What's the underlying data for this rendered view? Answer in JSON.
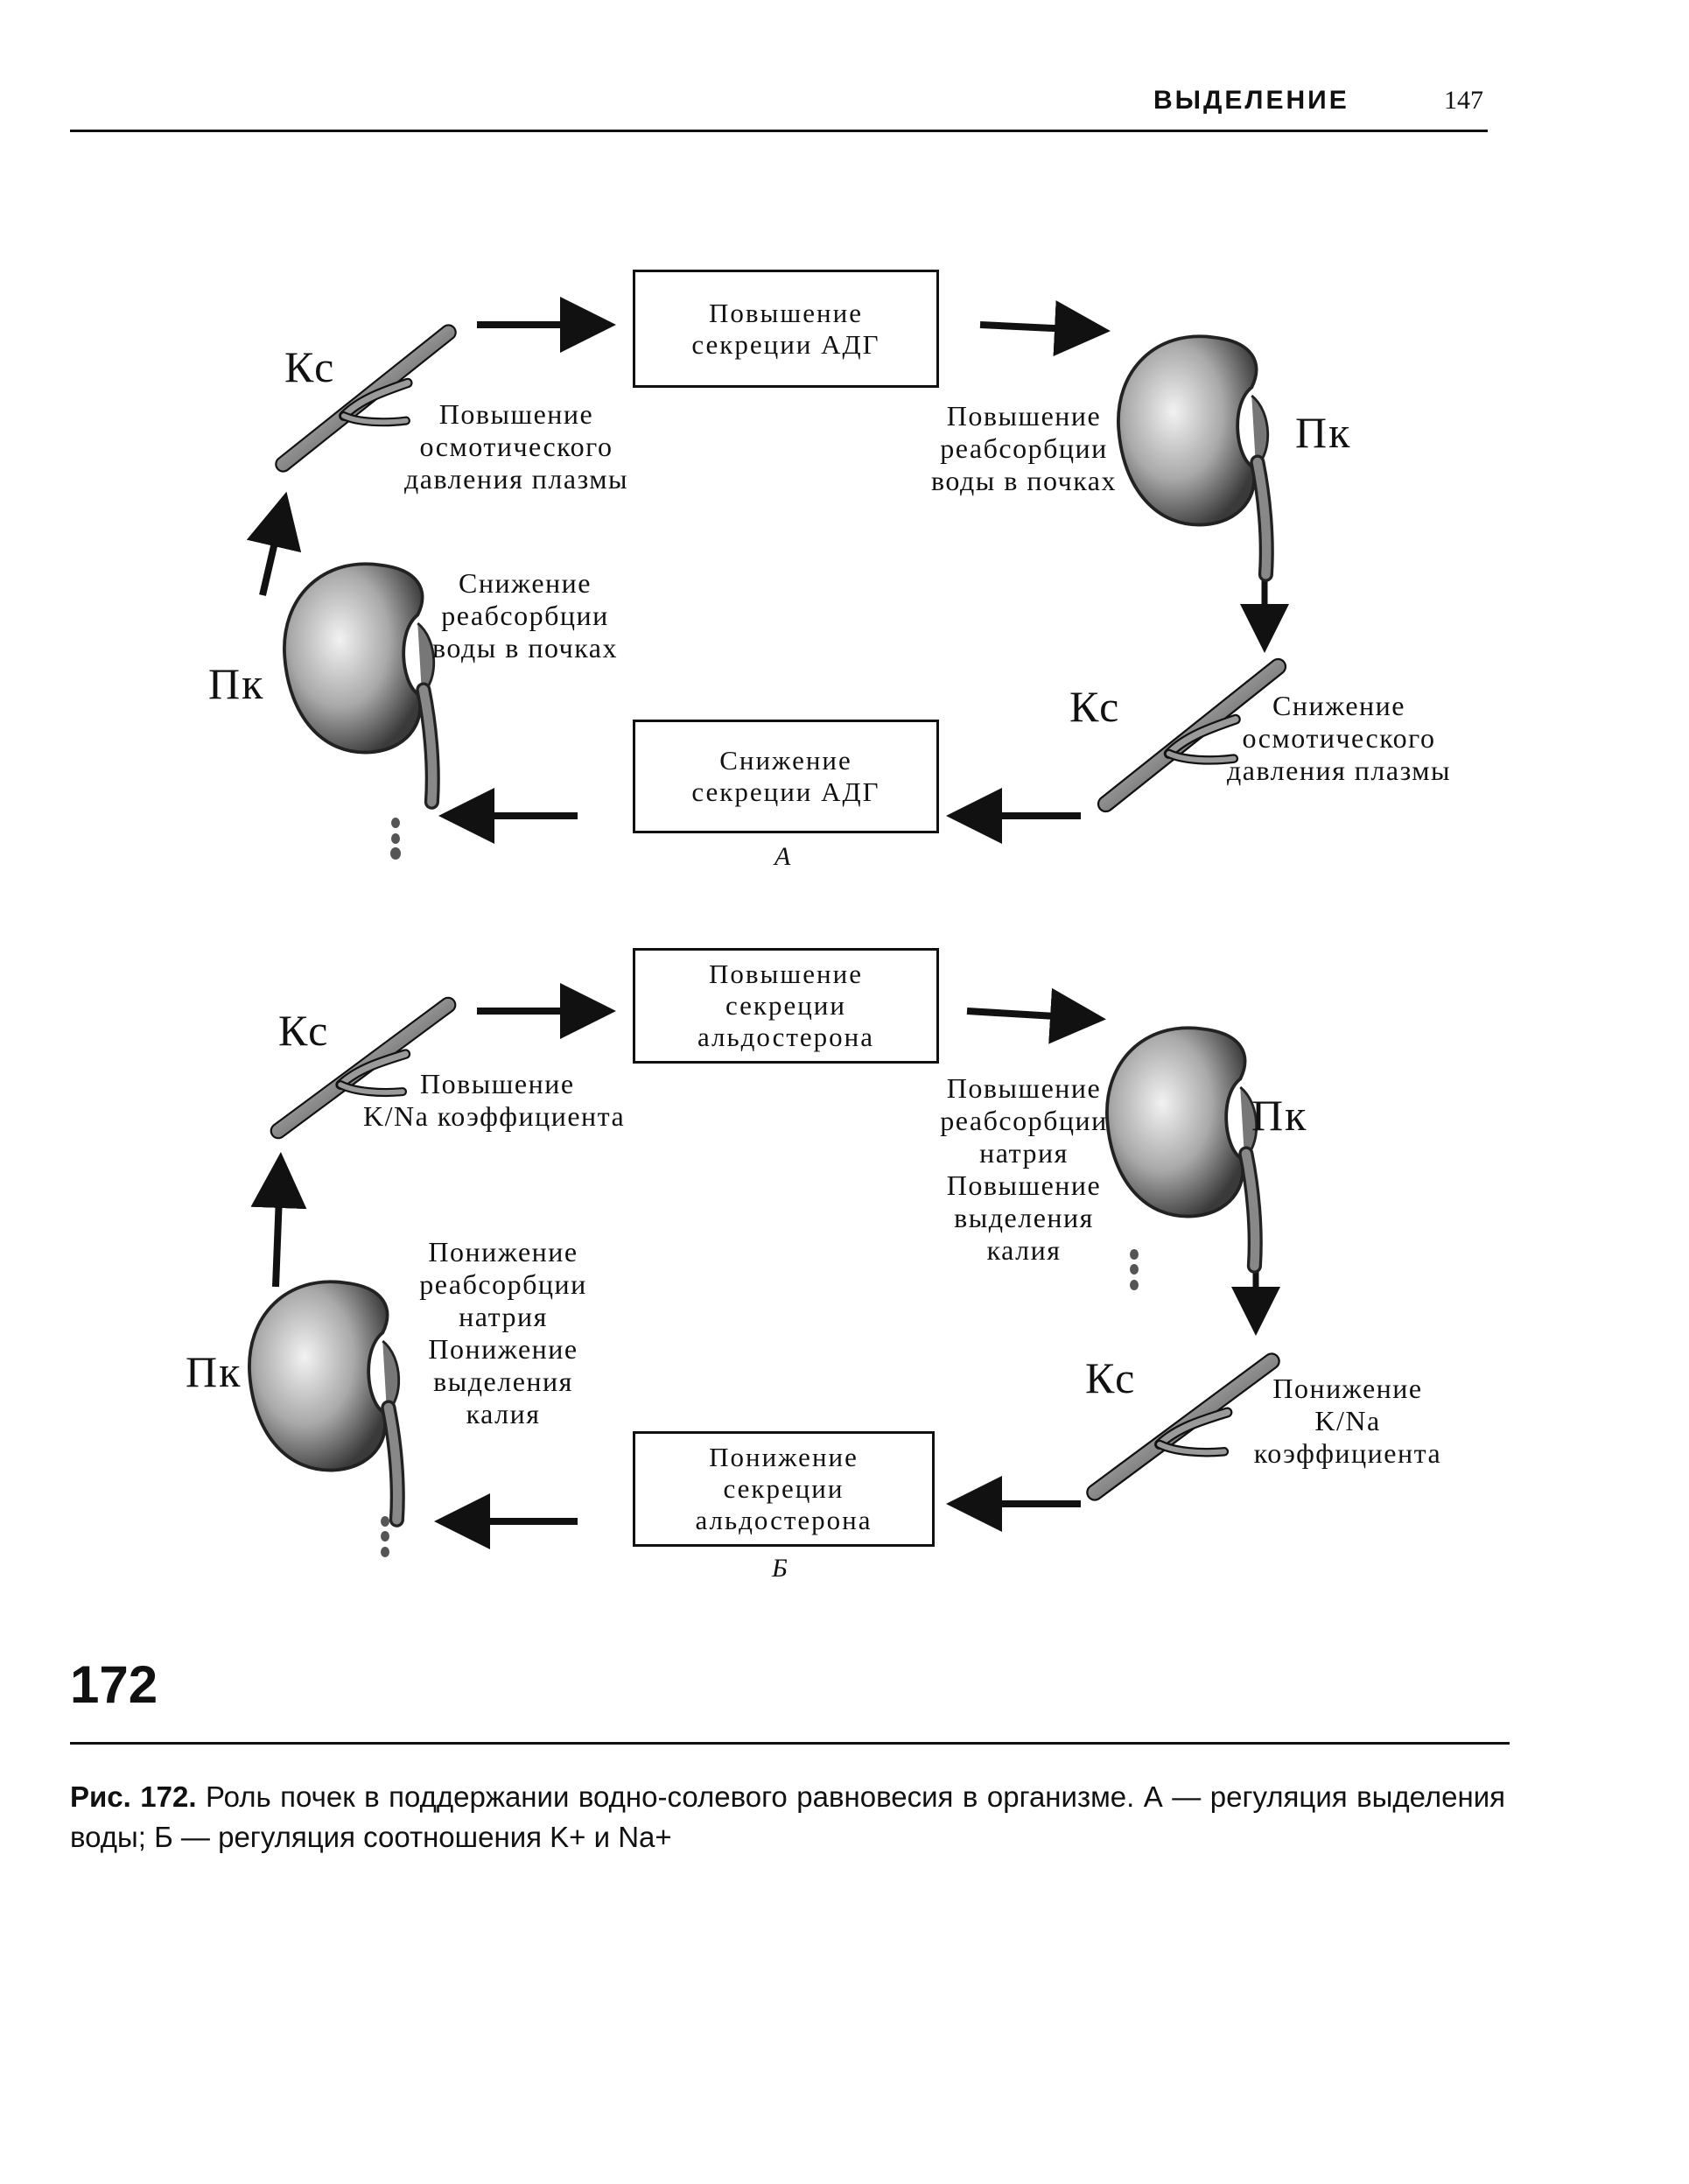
{
  "header": {
    "title": "ВЫДЕЛЕНИЕ",
    "page": "147"
  },
  "diagram_a": {
    "box_top": [
      "Повышение",
      "секреции АДГ"
    ],
    "box_bottom": [
      "Снижение",
      "секреции АДГ"
    ],
    "label_top_left": [
      "Повышение",
      "осмотического",
      "давления плазмы"
    ],
    "label_top_right": [
      "Повышение",
      "реабсорбции",
      "воды в почках"
    ],
    "label_bottom_right": [
      "Снижение",
      "осмотического",
      "давления плазмы"
    ],
    "label_bottom_left": [
      "Снижение",
      "реабсорбции",
      "воды в почках"
    ],
    "kc": "Кс",
    "pk": "Пк",
    "section_letter": "А"
  },
  "diagram_b": {
    "box_top": [
      "Повышение",
      "секреции",
      "альдостерона"
    ],
    "box_bottom": [
      "Понижение",
      "секреции",
      "альдостерона"
    ],
    "label_top_left": [
      "Повышение",
      "K/Na коэффициента"
    ],
    "label_top_right": [
      "Повышение",
      "реабсорбции",
      "натрия",
      "Повышение",
      "выделения",
      "калия"
    ],
    "label_bottom_right": [
      "Понижение",
      "K/Na",
      "коэффициента"
    ],
    "label_bottom_left": [
      "Понижение",
      "реабсорбции",
      "натрия",
      "Понижение",
      "выделения",
      "калия"
    ],
    "kc": "Кс",
    "pk": "Пк",
    "section_letter": "Б"
  },
  "page_number": "172",
  "caption": {
    "lead": "Рис. 172.",
    "text": "Роль почек в поддержании водно-солевого равновесия в организме. А — регуляция выделения воды; Б — регуляция соотношения K+ и Na+"
  }
}
